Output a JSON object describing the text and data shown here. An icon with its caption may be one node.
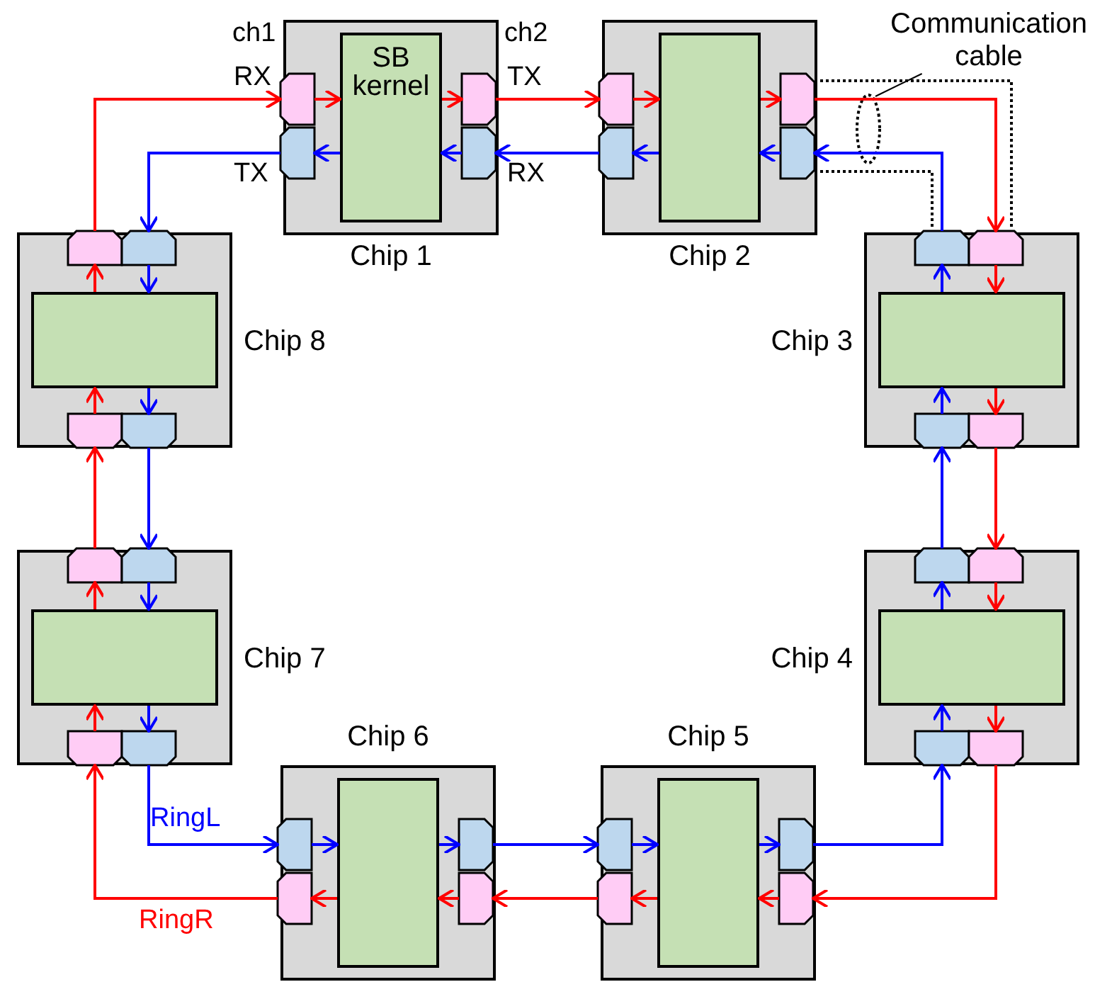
{
  "diagram": {
    "nodes": [
      {
        "text": [
          "Chip 1"
        ]
      },
      {
        "text": [
          "SB kernel"
        ],
        "in": 0
      },
      {
        "text": [],
        "shape": "box",
        "in": 0
      },
      {
        "text": [],
        "shape": "box",
        "in": 0
      },
      {
        "text": [],
        "shape": "box",
        "in": 0
      },
      {
        "text": [],
        "shape": "box",
        "in": 0
      },
      {
        "text": [
          "Chip 2"
        ]
      },
      {
        "text": [],
        "shape": "box",
        "in": 6
      },
      {
        "text": [],
        "shape": "box",
        "in": 6
      },
      {
        "text": [],
        "shape": "box",
        "in": 6
      },
      {
        "text": [],
        "shape": "box",
        "in": 6
      },
      {
        "text": [],
        "shape": "box",
        "in": 6
      },
      {
        "text": [
          "Chip 3"
        ]
      },
      {
        "text": [],
        "shape": "box",
        "in": 12
      },
      {
        "text": [],
        "shape": "box",
        "in": 12
      },
      {
        "text": [],
        "shape": "box",
        "in": 12
      },
      {
        "text": [],
        "shape": "box",
        "in": 12
      },
      {
        "text": [],
        "shape": "box",
        "in": 12
      },
      {
        "text": [
          "Chip 4"
        ]
      },
      {
        "text": [],
        "shape": "box",
        "in": 18
      },
      {
        "text": [],
        "shape": "box",
        "in": 18
      },
      {
        "text": [],
        "shape": "box",
        "in": 18
      },
      {
        "text": [],
        "shape": "box",
        "in": 18
      },
      {
        "text": [],
        "shape": "box",
        "in": 18
      },
      {
        "text": [
          "Chip 5"
        ]
      },
      {
        "text": [],
        "shape": "box",
        "in": 24
      },
      {
        "text": [],
        "shape": "box",
        "in": 24
      },
      {
        "text": [],
        "shape": "box",
        "in": 24
      },
      {
        "text": [],
        "shape": "box",
        "in": 24
      },
      {
        "text": [],
        "shape": "box",
        "in": 24
      },
      {
        "text": [
          "Chip 6"
        ]
      },
      {
        "text": [],
        "shape": "box",
        "in": 30
      },
      {
        "text": [],
        "shape": "box",
        "in": 30
      },
      {
        "text": [],
        "shape": "box",
        "in": 30
      },
      {
        "text": [],
        "shape": "box",
        "in": 30
      },
      {
        "text": [],
        "shape": "box",
        "in": 30
      },
      {
        "text": [
          "Chip 7"
        ]
      },
      {
        "text": [],
        "shape": "box",
        "in": 36
      },
      {
        "text": [],
        "shape": "box",
        "in": 36
      },
      {
        "text": [],
        "shape": "box",
        "in": 36
      },
      {
        "text": [],
        "shape": "box",
        "in": 36
      },
      {
        "text": [],
        "shape": "box",
        "in": 36
      },
      {
        "text": [
          "Chip 8"
        ]
      },
      {
        "text": [],
        "shape": "box",
        "in": 42
      },
      {
        "text": [],
        "shape": "box",
        "in": 42
      },
      {
        "text": [],
        "shape": "box",
        "in": 42
      },
      {
        "text": [],
        "shape": "box",
        "in": 42
      },
      {
        "text": [],
        "shape": "box",
        "in": 42
      },
      {
        "text": [
          "Communication cable"
        ]
      }
    ],
    "edges": [
      {
        "from": 4,
        "to": 8,
        "arrow": "to",
        "color": "#ff0000"
      },
      {
        "from": 10,
        "to": 15,
        "arrow": "to",
        "color": "#ff0000"
      },
      {
        "from": 17,
        "to": 21,
        "arrow": "to",
        "color": "#ff0000"
      },
      {
        "from": 23,
        "to": 29,
        "arrow": "to",
        "color": "#ff0000"
      },
      {
        "from": 27,
        "to": 35,
        "arrow": "to",
        "color": "#ff0000"
      },
      {
        "from": 33,
        "to": 40,
        "arrow": "to",
        "color": "#ff0000"
      },
      {
        "from": 38,
        "to": 46,
        "arrow": "to",
        "color": "#ff0000"
      },
      {
        "from": 44,
        "to": 2,
        "arrow": "to",
        "color": "#ff0000"
      },
      {
        "from": 9,
        "to": 5,
        "arrow": "to",
        "color": "#0000ff"
      },
      {
        "from": 3,
        "to": 45,
        "arrow": "to",
        "color": "#0000ff"
      },
      {
        "from": 47,
        "to": 39,
        "arrow": "to",
        "color": "#0000ff"
      },
      {
        "from": 41,
        "to": 32,
        "arrow": "to",
        "color": "#0000ff"
      },
      {
        "from": 34,
        "to": 26,
        "arrow": "to",
        "color": "#0000ff"
      },
      {
        "from": 28,
        "to": 22,
        "arrow": "to",
        "color": "#0000ff"
      },
      {
        "from": 20,
        "to": 16,
        "arrow": "to",
        "color": "#0000ff"
      },
      {
        "from": 14,
        "to": 11,
        "arrow": "to",
        "color": "#0000ff"
      },
      {
        "from": 2,
        "to": 1,
        "arrow": "to",
        "color": "#ff0000"
      },
      {
        "from": 1,
        "to": 4,
        "arrow": "to",
        "color": "#ff0000"
      },
      {
        "from": 5,
        "to": 1,
        "arrow": "to",
        "color": "#0000ff"
      },
      {
        "from": 1,
        "to": 3,
        "arrow": "to",
        "color": "#0000ff"
      },
      {
        "from": 8,
        "to": 7,
        "arrow": "to",
        "color": "#ff0000"
      },
      {
        "from": 7,
        "to": 10,
        "arrow": "to",
        "color": "#ff0000"
      },
      {
        "from": 11,
        "to": 7,
        "arrow": "to",
        "color": "#0000ff"
      },
      {
        "from": 7,
        "to": 9,
        "arrow": "to",
        "color": "#0000ff"
      },
      {
        "from": 15,
        "to": 13,
        "arrow": "to",
        "color": "#ff0000"
      },
      {
        "from": 13,
        "to": 17,
        "arrow": "to",
        "color": "#ff0000"
      },
      {
        "from": 16,
        "to": 13,
        "arrow": "to",
        "color": "#0000ff"
      },
      {
        "from": 13,
        "to": 14,
        "arrow": "to",
        "color": "#0000ff"
      },
      {
        "from": 21,
        "to": 19,
        "arrow": "to",
        "color": "#ff0000"
      },
      {
        "from": 19,
        "to": 23,
        "arrow": "to",
        "color": "#ff0000"
      },
      {
        "from": 22,
        "to": 19,
        "arrow": "to",
        "color": "#0000ff"
      },
      {
        "from": 19,
        "to": 20,
        "arrow": "to",
        "color": "#0000ff"
      },
      {
        "from": 29,
        "to": 25,
        "arrow": "to",
        "color": "#ff0000"
      },
      {
        "from": 25,
        "to": 27,
        "arrow": "to",
        "color": "#ff0000"
      },
      {
        "from": 26,
        "to": 25,
        "arrow": "to",
        "color": "#0000ff"
      },
      {
        "from": 25,
        "to": 28,
        "arrow": "to",
        "color": "#0000ff"
      },
      {
        "from": 35,
        "to": 31,
        "arrow": "to",
        "color": "#ff0000"
      },
      {
        "from": 31,
        "to": 33,
        "arrow": "to",
        "color": "#ff0000"
      },
      {
        "from": 32,
        "to": 31,
        "arrow": "to",
        "color": "#0000ff"
      },
      {
        "from": 31,
        "to": 34,
        "arrow": "to",
        "color": "#0000ff"
      },
      {
        "from": 40,
        "to": 37,
        "arrow": "to",
        "color": "#ff0000"
      },
      {
        "from": 37,
        "to": 38,
        "arrow": "to",
        "color": "#ff0000"
      },
      {
        "from": 39,
        "to": 37,
        "arrow": "to",
        "color": "#0000ff"
      },
      {
        "from": 37,
        "to": 41,
        "arrow": "to",
        "color": "#0000ff"
      },
      {
        "from": 46,
        "to": 43,
        "arrow": "to",
        "color": "#ff0000"
      },
      {
        "from": 43,
        "to": 44,
        "arrow": "to",
        "color": "#ff0000"
      },
      {
        "from": 45,
        "to": 43,
        "arrow": "to",
        "color": "#0000ff"
      },
      {
        "from": 43,
        "to": 47,
        "arrow": "to",
        "color": "#0000ff"
      },
      {
        "from": 48,
        "to": null,
        "arrow": "none",
        "color": "#000000"
      }
    ],
    "labels": [
      "ch1",
      "ch2",
      "RX",
      "TX",
      "TX",
      "RX",
      "RingL",
      "RingR"
    ]
  }
}
